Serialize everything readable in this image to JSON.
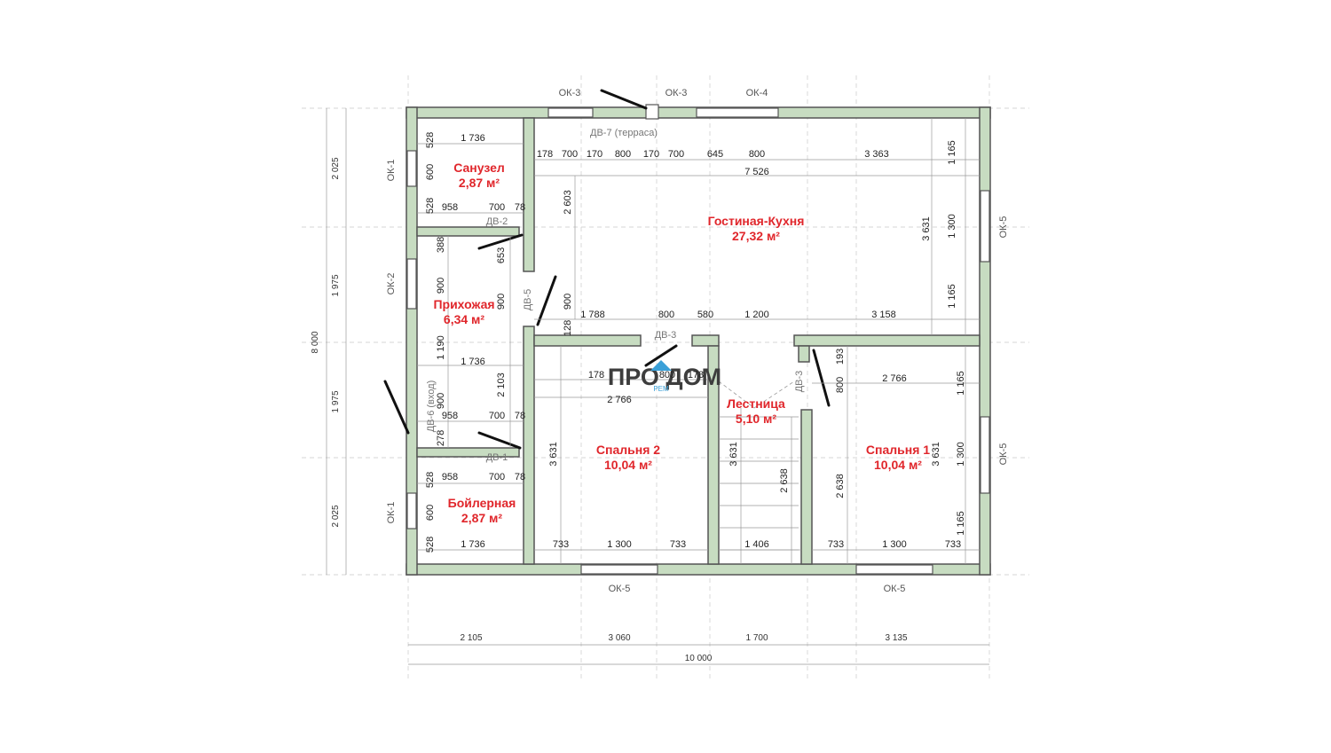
{
  "watermark": {
    "text": "ПРО ДОМ",
    "sub": "РЕМ"
  },
  "rooms": {
    "sanuzel": {
      "name": "Санузел",
      "area": "2,87 м²"
    },
    "gostinaya": {
      "name": "Гостиная-Кухня",
      "area": "27,32 м²"
    },
    "prihozhaya": {
      "name": "Прихожая",
      "area": "6,34 м²"
    },
    "spalnya2": {
      "name": "Спальня 2",
      "area": "10,04 м²"
    },
    "lestnica": {
      "name": "Лестница",
      "area": "5,10 м²"
    },
    "spalnya1": {
      "name": "Спальня 1",
      "area": "10,04 м²"
    },
    "boilernaya": {
      "name": "Бойлерная",
      "area": "2,87 м²"
    }
  },
  "openings": {
    "ok3_a": "ОК-3",
    "ok3_b": "ОК-3",
    "ok4": "ОК-4",
    "ok1_top": "ОК-1",
    "ok2": "ОК-2",
    "ok1_bottom": "ОК-1",
    "ok5_right_top": "ОК-5",
    "ok5_right_bottom": "ОК-5",
    "ok5_bottom_left": "ОК-5",
    "ok5_bottom_right": "ОК-5"
  },
  "doors": {
    "dv7": "ДВ-7 (терраса)",
    "dv2": "ДВ-2",
    "dv5": "ДВ-5",
    "dv3_a": "ДВ-3",
    "dv3_b": "ДВ-3",
    "dv6": "ДВ-6 (вход)",
    "dv1": "ДВ-1"
  },
  "external_dims": {
    "left_1": "2 025",
    "left_2": "1 975",
    "left_3": "1 975",
    "left_4": "2 025",
    "left_total": "8 000",
    "bottom_1": "2 105",
    "bottom_2": "3 060",
    "bottom_3": "1 700",
    "bottom_4": "3 135",
    "bottom_total": "10 000"
  },
  "internal_dims": {
    "d1": "528",
    "d2": "1 736",
    "d3": "600",
    "d4": "528",
    "d5": "958",
    "d6": "700",
    "d7": "78",
    "d8": "178",
    "d9": "700",
    "d10": "170",
    "d11": "800",
    "d12": "170",
    "d13": "700",
    "d14": "645",
    "d15": "800",
    "d16": "3 363",
    "d17": "1 165",
    "d18": "7 526",
    "d19": "2 603",
    "d20": "3 631",
    "d21": "1 300",
    "d22": "1 165",
    "d23": "388",
    "d24": "653",
    "d25": "900",
    "d26": "900",
    "d27": "900",
    "d28": "1 788",
    "d29": "800",
    "d30": "580",
    "d31": "1 200",
    "d32": "3 158",
    "d33": "128",
    "d34": "1 190",
    "d35": "1 736",
    "d36": "2 103",
    "d37": "900",
    "d38": "958",
    "d39": "700",
    "d40": "78",
    "d41": "278",
    "d42": "958",
    "d43": "700",
    "d44": "78",
    "d45": "528",
    "d46": "600",
    "d47": "528",
    "d48": "1 736",
    "d49": "178",
    "d50": "800",
    "d51": "178",
    "d52": "2 766",
    "d53": "3 631",
    "d54": "733",
    "d55": "1 300",
    "d56": "733",
    "d57": "3 631",
    "d58": "2 638",
    "d59": "1 406",
    "d60": "193",
    "d61": "800",
    "d62": "2 766",
    "d63": "1 165",
    "d64": "3 631",
    "d65": "2 638",
    "d66": "1 300",
    "d67": "1 165",
    "d68": "733",
    "d69": "1 300",
    "d70": "733"
  }
}
